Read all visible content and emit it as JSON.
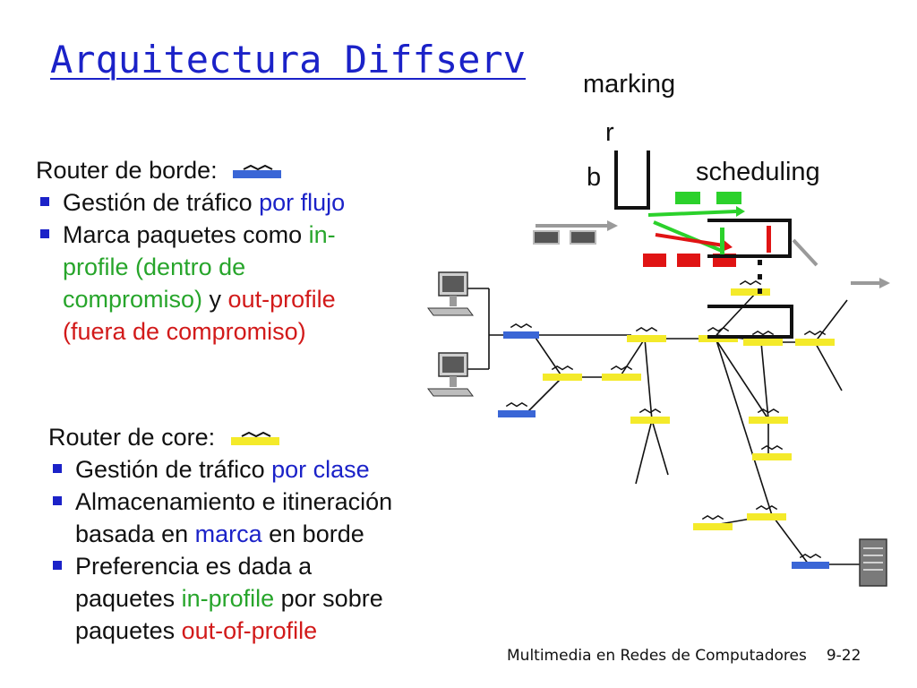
{
  "title": "Arquitectura Diffserv",
  "edge": {
    "heading": "Router de borde:",
    "bullet1": {
      "a": "Gestión de tráfico ",
      "b": "por flujo"
    },
    "bullet2": {
      "a": "Marca paquetes como ",
      "b": "in-",
      "c": "profile (dentro de",
      "d": "compromiso)",
      "e": " y ",
      "f": "out-profile",
      "g": "(fuera de compromiso)"
    }
  },
  "core": {
    "heading": "Router de core:",
    "bullet1": {
      "a": "Gestión de tráfico ",
      "b": "por clase"
    },
    "bullet2": {
      "a": "Almacenamiento e itineración",
      "b": "basada en ",
      "c": "marca",
      "d": " en borde"
    },
    "bullet3": {
      "a": "Preferencia es dada a",
      "b": "paquetes ",
      "c": "in-profile",
      "d": " por sobre",
      "e": "paquetes ",
      "f": "out-of-profile"
    }
  },
  "diagram": {
    "marking": "marking",
    "r": "r",
    "b": "b",
    "scheduling": "scheduling",
    "dots": "."
  },
  "footer": {
    "course": "Multimedia en Redes de Computadores",
    "page": "9-22"
  },
  "colors": {
    "title": "#1b22c8",
    "edge_router": "#3a66d6",
    "core_router": "#f4ea2a",
    "in_profile": "#2bd12b",
    "out_profile": "#e01414",
    "unmarked_packet": "#555555"
  }
}
